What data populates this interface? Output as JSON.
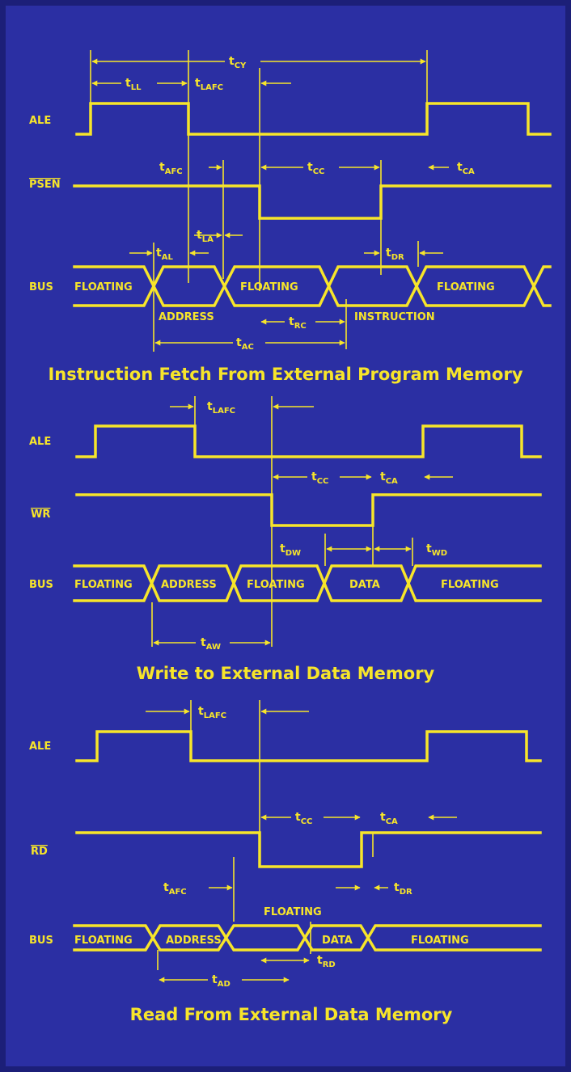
{
  "colors": {
    "background": "#2b2fa3",
    "border": "#1c1f78",
    "signal": "#f7e52a"
  },
  "panel1": {
    "caption": "Instruction Fetch From External Program Memory",
    "signals": {
      "ale": "ALE",
      "psen": "PSEN",
      "bus": "BUS"
    },
    "bus_labels": {
      "floating_1": "FLOATING",
      "floating_2": "FLOATING",
      "floating_3": "FLOATING",
      "address": "ADDRESS",
      "instruction": "INSTRUCTION"
    },
    "timing": {
      "cy": {
        "t": "t",
        "sub": "CY"
      },
      "ll": {
        "t": "t",
        "sub": "LL"
      },
      "lafc": {
        "t": "t",
        "sub": "LAFC"
      },
      "afc": {
        "t": "t",
        "sub": "AFC"
      },
      "cc": {
        "t": "t",
        "sub": "CC"
      },
      "ca": {
        "t": "t",
        "sub": "CA"
      },
      "la": {
        "t": "t",
        "sub": "LA"
      },
      "al": {
        "t": "t",
        "sub": "AL"
      },
      "dr": {
        "t": "t",
        "sub": "DR"
      },
      "rc": {
        "t": "t",
        "sub": "RC"
      },
      "ac": {
        "t": "t",
        "sub": "AC"
      }
    }
  },
  "panel2": {
    "caption": "Write to External Data Memory",
    "signals": {
      "ale": "ALE",
      "wr": "WR",
      "bus": "BUS"
    },
    "bus_labels": {
      "floating_1": "FLOATING",
      "address": "ADDRESS",
      "floating_2": "FLOATING",
      "data": "DATA",
      "floating_3": "FLOATING"
    },
    "timing": {
      "lafc": {
        "t": "t",
        "sub": "LAFC"
      },
      "cc": {
        "t": "t",
        "sub": "CC"
      },
      "ca": {
        "t": "t",
        "sub": "CA"
      },
      "dw": {
        "t": "t",
        "sub": "DW"
      },
      "wd": {
        "t": "t",
        "sub": "WD"
      },
      "aw": {
        "t": "t",
        "sub": "AW"
      }
    }
  },
  "panel3": {
    "caption": "Read From External Data Memory",
    "signals": {
      "ale": "ALE",
      "rd": "RD",
      "bus": "BUS"
    },
    "bus_labels": {
      "floating_1": "FLOATING",
      "address": "ADDRESS",
      "floating_mid": "FLOATING",
      "data": "DATA",
      "floating_3": "FLOATING"
    },
    "timing": {
      "lafc": {
        "t": "t",
        "sub": "LAFC"
      },
      "cc": {
        "t": "t",
        "sub": "CC"
      },
      "ca": {
        "t": "t",
        "sub": "CA"
      },
      "afc": {
        "t": "t",
        "sub": "AFC"
      },
      "dr": {
        "t": "t",
        "sub": "DR"
      },
      "rd": {
        "t": "t",
        "sub": "RD"
      },
      "ad": {
        "t": "t",
        "sub": "AD"
      }
    }
  }
}
